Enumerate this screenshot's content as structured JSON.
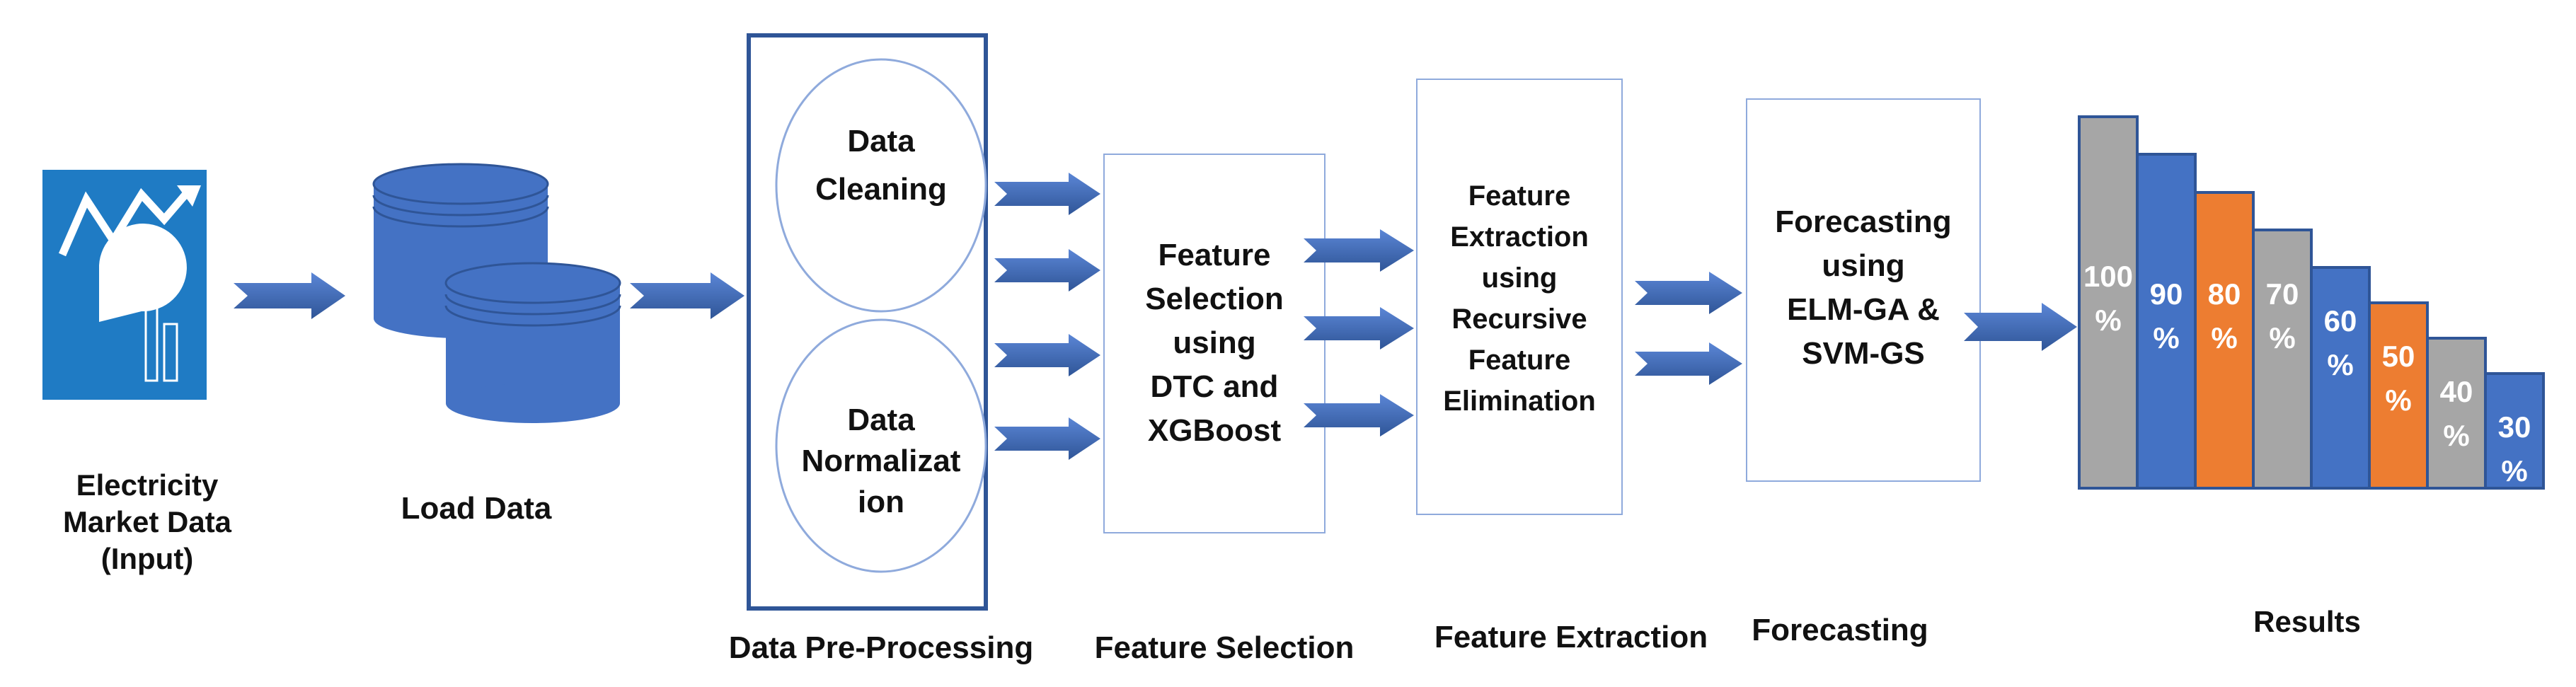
{
  "labels": {
    "input": [
      "Electricity",
      "Market Data",
      "(Input)"
    ],
    "load": "Load Data",
    "preprocess": "Data Pre-Processing",
    "selection": "Feature Selection",
    "extraction": "Feature Extraction",
    "forecasting": "Forecasting",
    "results": "Results"
  },
  "boxes": {
    "cleaning": [
      "Data",
      "Cleaning"
    ],
    "normalization": [
      "Data",
      "Normalizat",
      "ion"
    ],
    "selection": [
      "Feature",
      "Selection",
      "using",
      "DTC and",
      "XGBoost"
    ],
    "extraction": [
      "Feature",
      "Extraction",
      "using",
      "Recursive",
      "Feature",
      "Elimination"
    ],
    "forecasting": [
      "Forecasting",
      "using",
      "ELM-GA &",
      "SVM-GS"
    ]
  },
  "results_bars": [
    {
      "top": "100",
      "bottom": "%",
      "color": "#a6a6a6"
    },
    {
      "top": "90",
      "bottom": "%",
      "color": "#4472c4"
    },
    {
      "top": "80",
      "bottom": "%",
      "color": "#ed7d31"
    },
    {
      "top": "70",
      "bottom": "%",
      "color": "#a6a6a6"
    },
    {
      "top": "60",
      "bottom": "%",
      "color": "#4472c4"
    },
    {
      "top": "50",
      "bottom": "%",
      "color": "#ed7d31"
    },
    {
      "top": "40",
      "bottom": "%",
      "color": "#a6a6a6"
    },
    {
      "top": "30",
      "bottom": "%",
      "color": "#4472c4"
    }
  ],
  "colors": {
    "blue": "#4472c4",
    "dark_blue": "#2f5597",
    "orange": "#ed7d31",
    "gray": "#a6a6a6"
  }
}
